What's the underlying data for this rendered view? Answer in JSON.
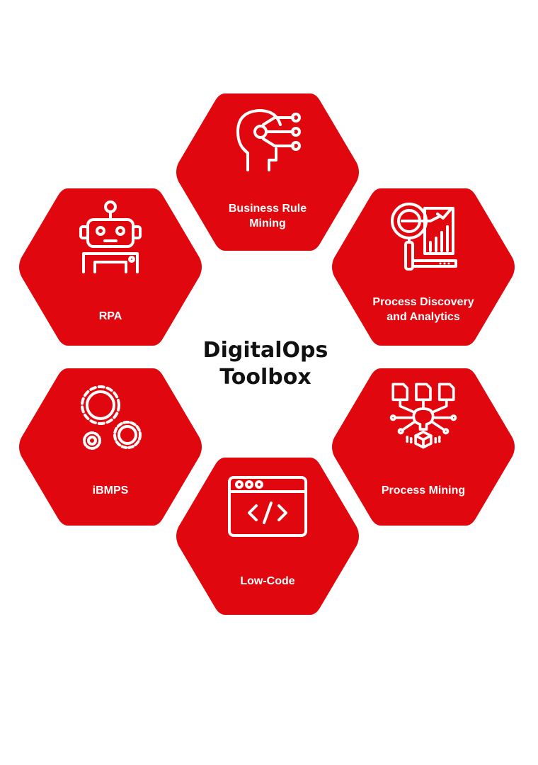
{
  "center": {
    "title": "DigitalOps\nToolbox"
  },
  "colors": {
    "hex_fill": "#e0080e",
    "icon_color": "#ffffff",
    "title_color": "#111111",
    "background": "#ffffff"
  },
  "tools": [
    {
      "label": "Business Rule\nMining",
      "icon": "head-circuit-icon"
    },
    {
      "label": "RPA",
      "icon": "robot-icon"
    },
    {
      "label": "Process Discovery\nand Analytics",
      "icon": "analytics-magnifier-icon"
    },
    {
      "label": "iBMPS",
      "icon": "gears-icon"
    },
    {
      "label": "Process Mining",
      "icon": "document-tree-icon"
    },
    {
      "label": "Low-Code",
      "icon": "code-window-icon"
    }
  ]
}
